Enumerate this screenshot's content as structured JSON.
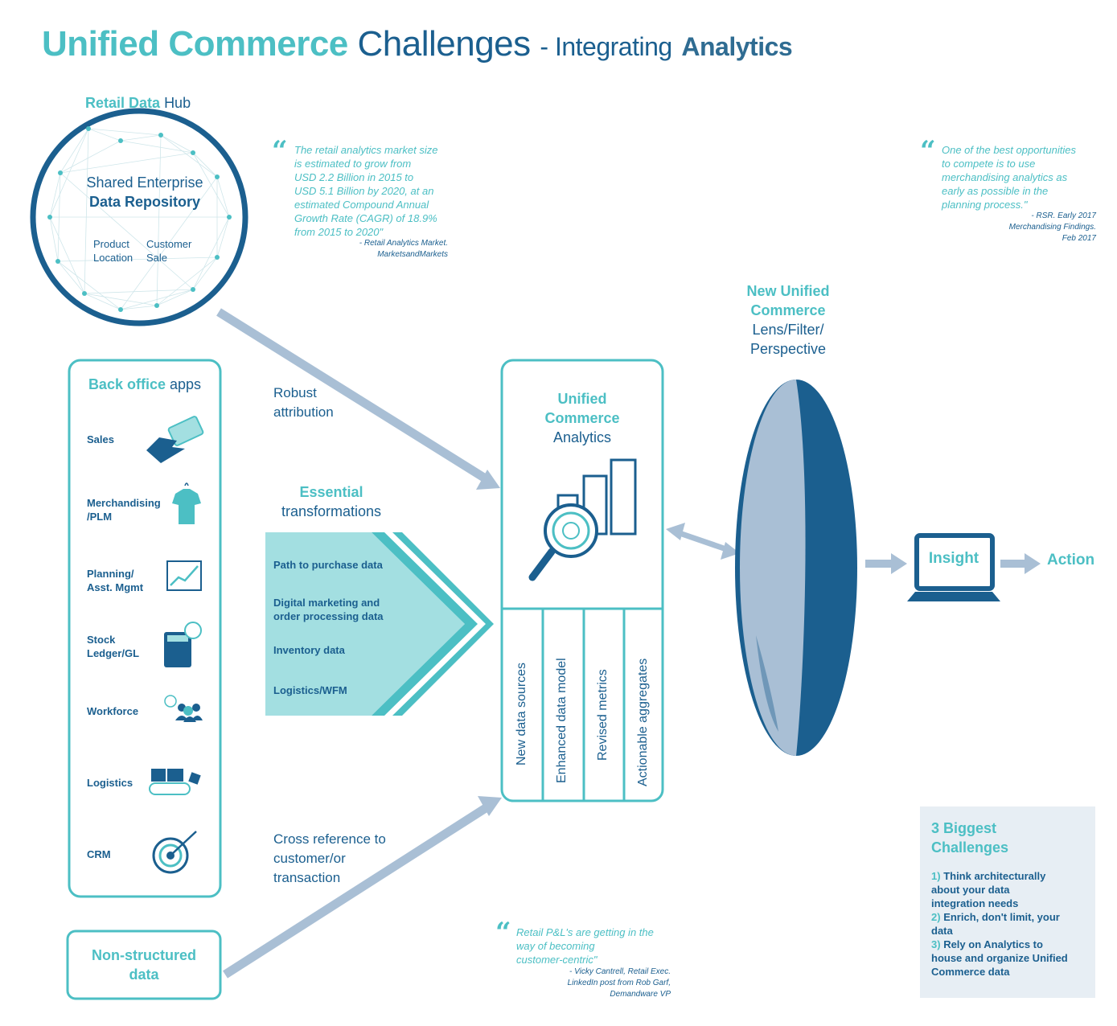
{
  "title": {
    "part1": "Unified Commerce",
    "part2": "Challenges",
    "part3": "- Integrating",
    "part4": "Analytics"
  },
  "hub": {
    "title_bold": "Retail Data",
    "title_rest": "Hub",
    "line1": "Shared Enterprise",
    "line2": "Data Repository",
    "items": [
      "Product",
      "Location",
      "Customer",
      "Sale"
    ]
  },
  "quotes": [
    {
      "text": [
        "The retail analytics market size",
        "is estimated to grow from",
        "USD 2.2 Billion in 2015 to",
        "USD 5.1 Billion by 2020, at an",
        "estimated Compound Annual",
        "Growth Rate (CAGR) of 18.9%",
        "from 2015 to 2020\""
      ],
      "source": [
        "- Retail Analytics Market.",
        "MarketsandMarkets"
      ]
    },
    {
      "text": [
        "One of the best opportunities",
        "to compete is to use",
        "merchandising analytics as",
        "early as possible in the",
        "planning process.\""
      ],
      "source": [
        "- RSR.  Early 2017",
        "Merchandising Findings.",
        "Feb 2017"
      ]
    },
    {
      "text": [
        "Retail P&L's are getting in the",
        "way of becoming",
        "customer-centric\""
      ],
      "source": [
        "- Vicky Cantrell, Retail Exec.",
        "LinkedIn post from Rob Garf,",
        "Demandware VP"
      ]
    }
  ],
  "back_office": {
    "title_bold": "Back office",
    "title_rest": "apps",
    "items": [
      {
        "label": [
          "Sales"
        ],
        "icon": "credit-card-icon"
      },
      {
        "label": [
          "Merchandising",
          "/PLM"
        ],
        "icon": "shirt-icon"
      },
      {
        "label": [
          "Planning/",
          "Asst. Mgmt"
        ],
        "icon": "trend-chart-icon"
      },
      {
        "label": [
          "Stock",
          "Ledger/GL"
        ],
        "icon": "calculator-icon"
      },
      {
        "label": [
          "Workforce"
        ],
        "icon": "people-clock-icon"
      },
      {
        "label": [
          "Logistics"
        ],
        "icon": "conveyor-icon"
      },
      {
        "label": [
          "CRM"
        ],
        "icon": "target-icon"
      }
    ]
  },
  "connectors": {
    "robust": [
      "Robust",
      "attribution"
    ],
    "cross_ref": [
      "Cross reference to",
      "customer/or",
      "transaction"
    ]
  },
  "transformations": {
    "title_bold": "Essential",
    "title_rest": "transformations",
    "steps": [
      [
        "Path to purchase data"
      ],
      [
        "Digital marketing and",
        "order processing data"
      ],
      [
        "Inventory data"
      ],
      [
        "Logistics/WFM"
      ]
    ]
  },
  "analytics": {
    "title_bold": [
      "Unified",
      "Commerce"
    ],
    "title_rest": "Analytics",
    "columns": [
      "New data sources",
      "Enhanced data model",
      "Revised metrics",
      "Actionable aggregates"
    ]
  },
  "lens": {
    "title_bold": [
      "New Unified",
      "Commerce"
    ],
    "title_rest": [
      "Lens/Filter/",
      "Perspective"
    ]
  },
  "insight": "Insight",
  "action": "Action",
  "non_structured": [
    "Non-structured",
    "data"
  ],
  "challenges": {
    "title": [
      "3 Biggest",
      "Challenges"
    ],
    "items": [
      {
        "num": "1)",
        "lines": [
          "Think architecturally",
          "about your data",
          "integration needs"
        ]
      },
      {
        "num": "2)",
        "lines": [
          "Enrich, don't limit, your",
          "data"
        ]
      },
      {
        "num": "3)",
        "lines": [
          "Rely on Analytics to",
          "house and organize Unified",
          "Commerce data"
        ]
      }
    ]
  },
  "colors": {
    "teal": "#4cbfc4",
    "navy": "#1b5f8f",
    "light_teal": "#a3dfe1",
    "grey_blue": "#a9bfd5",
    "panel": "#e7eef4"
  }
}
